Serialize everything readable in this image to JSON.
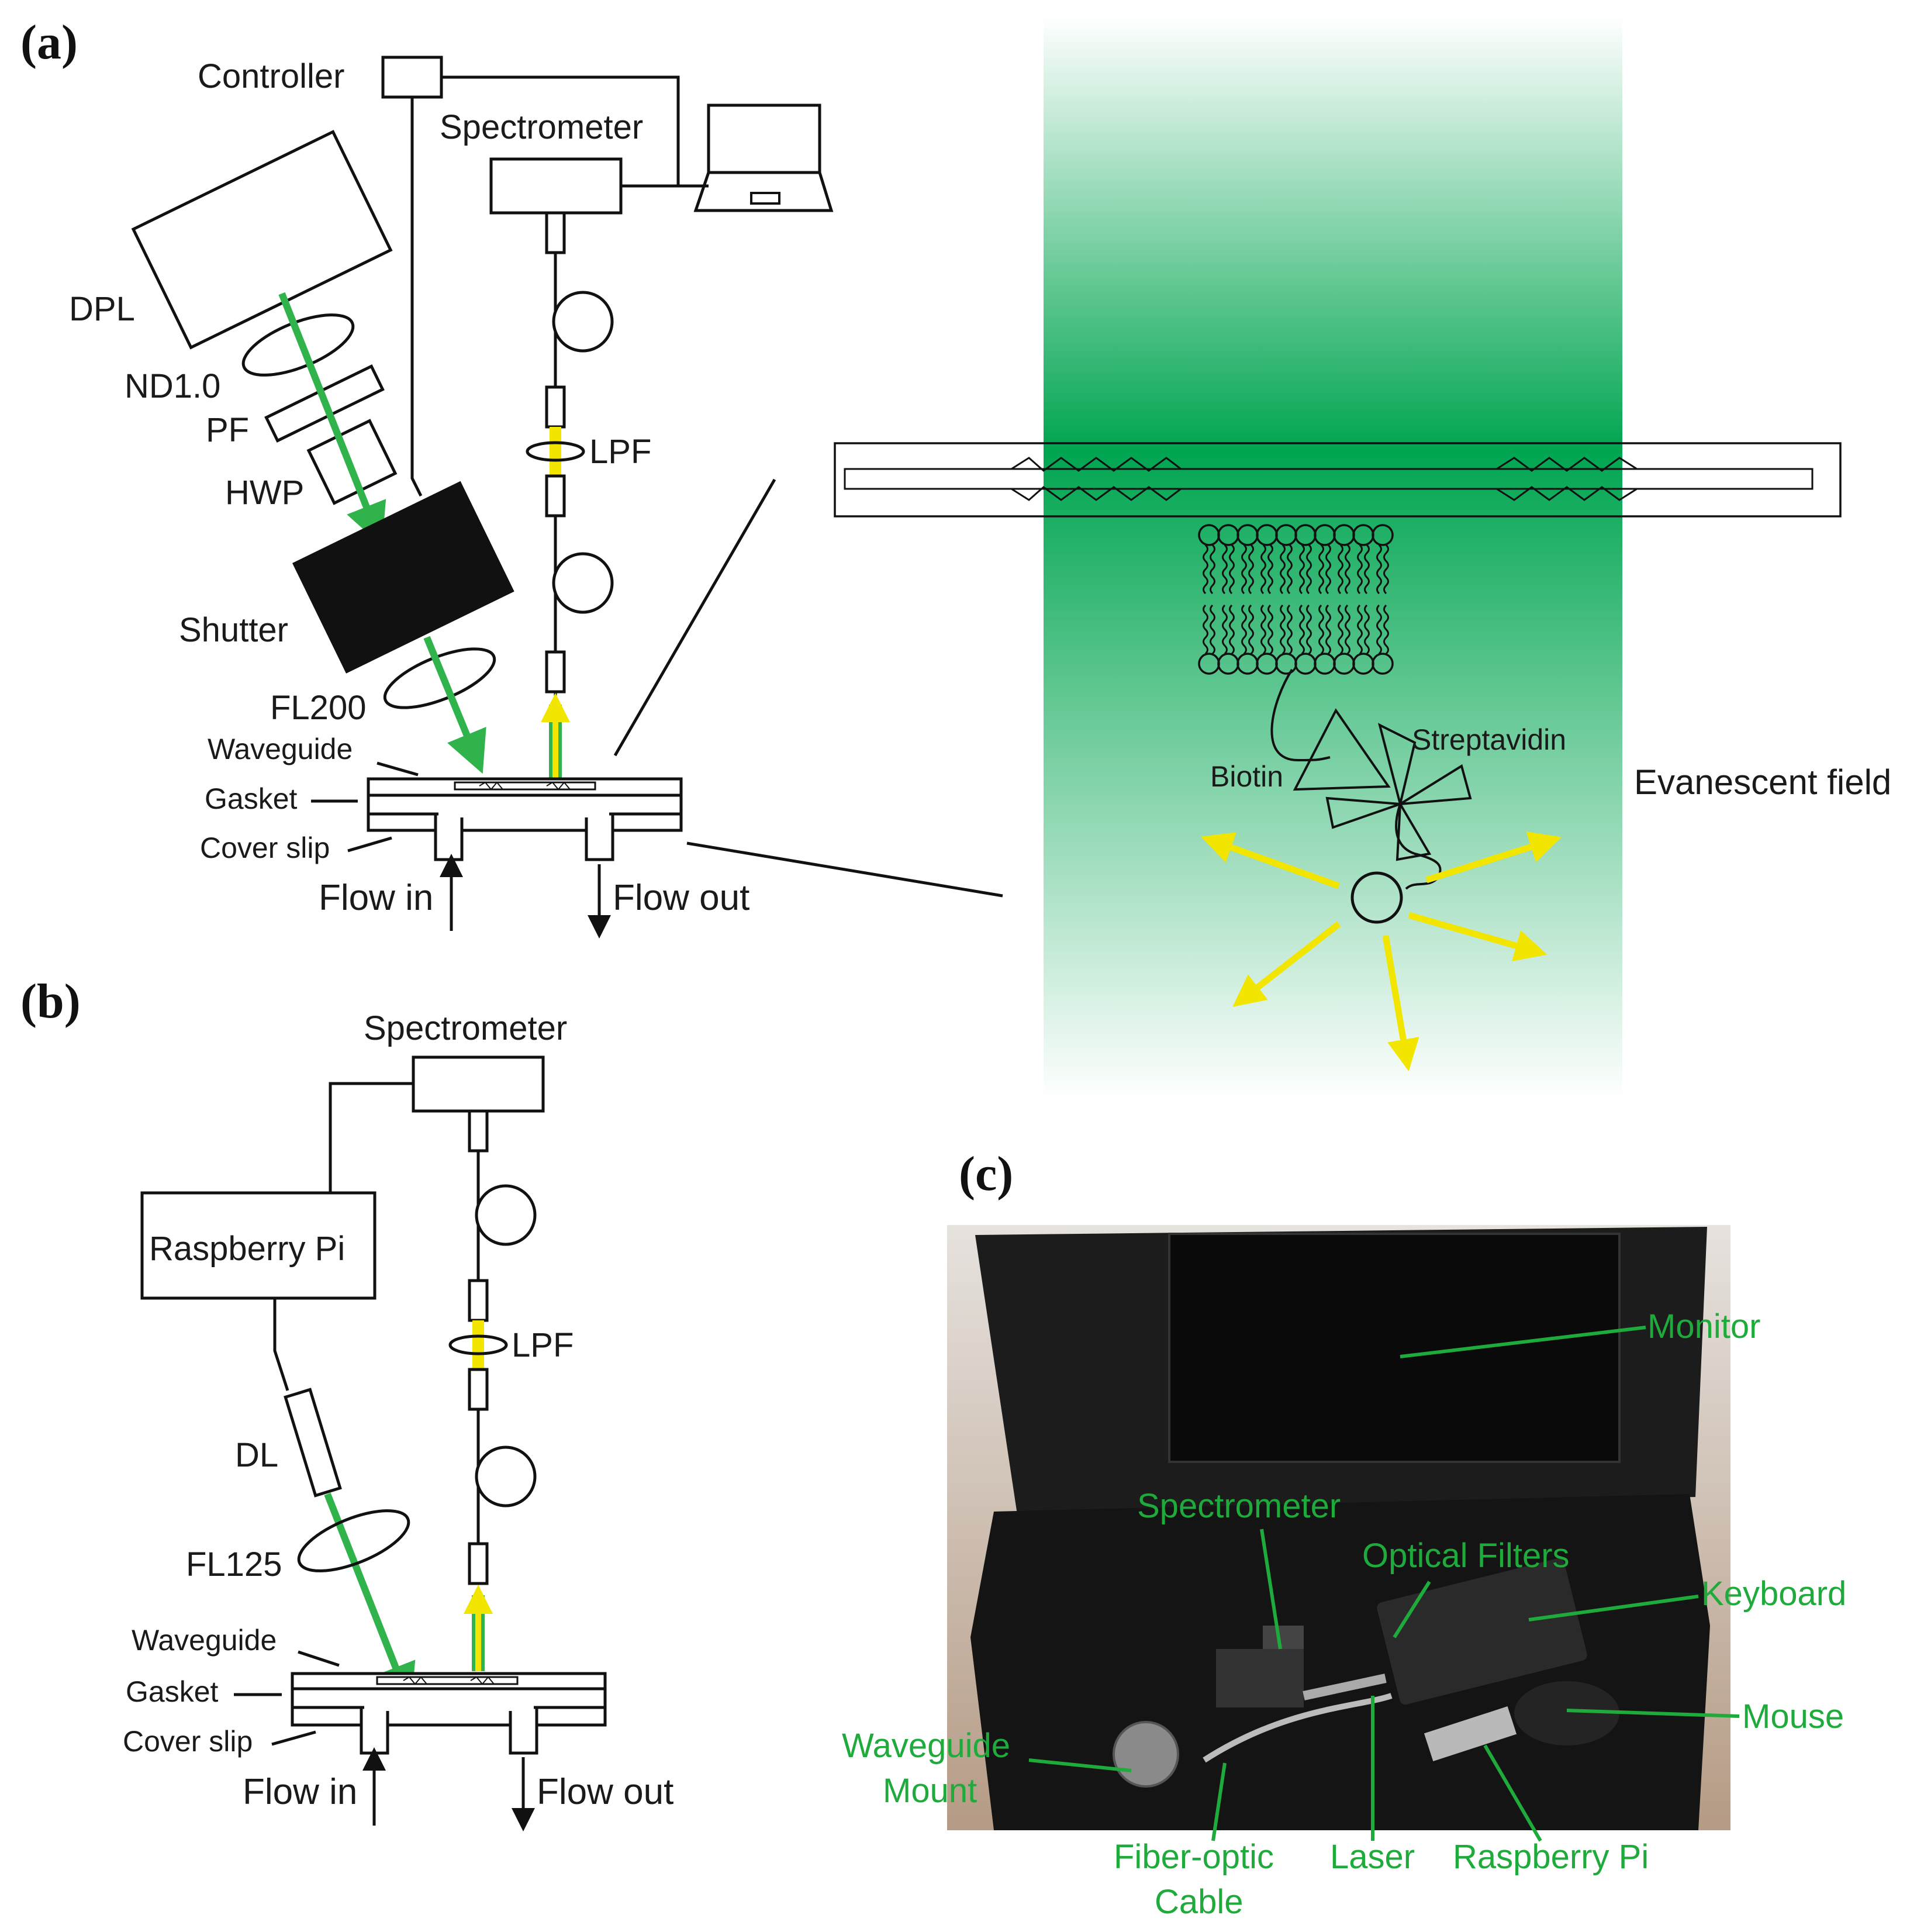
{
  "panels": {
    "a": "(a)",
    "b": "(b)",
    "c": "(c)"
  },
  "a": {
    "controller": "Controller",
    "spectrometer": "Spectrometer",
    "dpl": "DPL",
    "nd": "ND1.0",
    "pf": "PF",
    "hwp": "HWP",
    "lpf": "LPF",
    "shutter": "Shutter",
    "fl": "FL200",
    "waveguide": "Waveguide",
    "gasket": "Gasket",
    "cover_slip": "Cover slip",
    "flow_in": "Flow in",
    "flow_out": "Flow out"
  },
  "zoom": {
    "streptavidin": "Streptavidin",
    "biotin": "Biotin",
    "evanescent": "Evanescent field"
  },
  "b": {
    "spectrometer": "Spectrometer",
    "raspberry": "Raspberry Pi",
    "lpf": "LPF",
    "dl": "DL",
    "fl": "FL125",
    "waveguide": "Waveguide",
    "gasket": "Gasket",
    "cover_slip": "Cover slip",
    "flow_in": "Flow in",
    "flow_out": "Flow out"
  },
  "c": {
    "monitor": "Monitor",
    "spectrometer": "Spectrometer",
    "optical_filters": "Optical Filters",
    "keyboard": "Keyboard",
    "mouse": "Mouse",
    "waveguide_mount_1": "Waveguide",
    "waveguide_mount_2": "Mount",
    "fiber_1": "Fiber-optic",
    "fiber_2": "Cable",
    "laser": "Laser",
    "raspberry": "Raspberry Pi"
  },
  "colors": {
    "laser_green": "#2fb34a",
    "emission_yellow": "#f2e600",
    "field_green": "#00a550",
    "label_green": "#1faa3c",
    "case_black": "#1c1c1c"
  }
}
